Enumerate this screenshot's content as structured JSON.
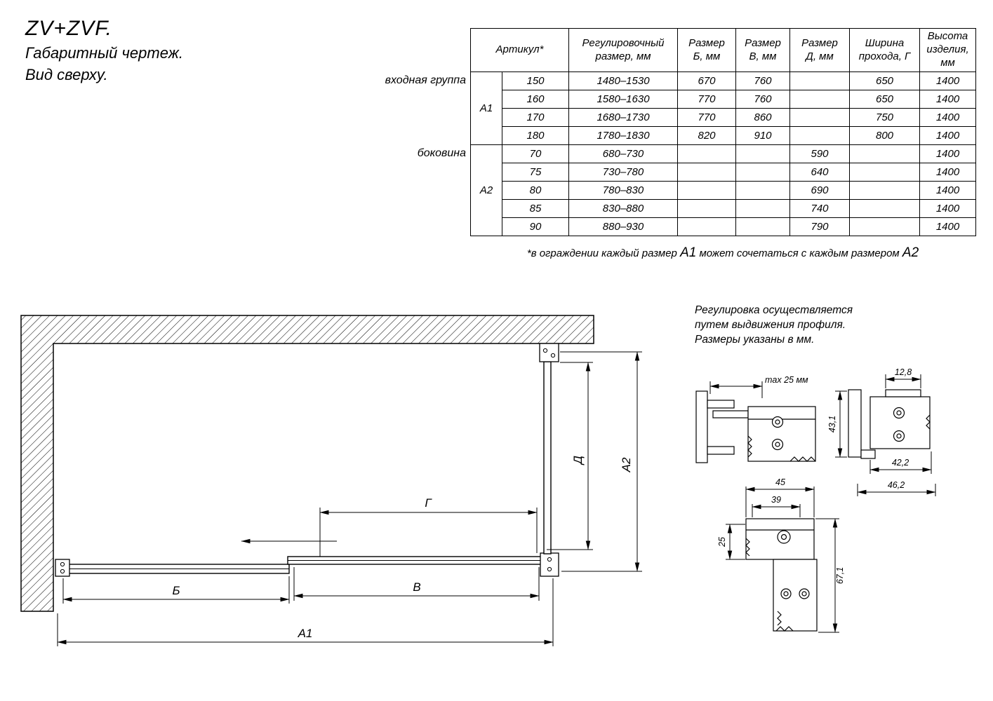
{
  "title": {
    "product": "ZV+ZVF.",
    "subtitle1": "Габаритный чертеж.",
    "subtitle2": "Вид сверху."
  },
  "table": {
    "col_headers": {
      "article": "Артикул*",
      "adjust": "Регулировочный\nразмер, мм",
      "size_b": "Размер\nБ, мм",
      "size_v": "Размер\nВ, мм",
      "size_d": "Размер\nД, мм",
      "pass_width": "Ширина\nпрохода, Г",
      "height": "Высота\nизделия,\nмм"
    },
    "group1": {
      "label": "входная группа",
      "article": "А1",
      "rows": [
        {
          "num": "150",
          "adjust": "1480–1530",
          "b": "670",
          "v": "760",
          "d": "",
          "pass": "650",
          "h": "1400"
        },
        {
          "num": "160",
          "adjust": "1580–1630",
          "b": "770",
          "v": "760",
          "d": "",
          "pass": "650",
          "h": "1400"
        },
        {
          "num": "170",
          "adjust": "1680–1730",
          "b": "770",
          "v": "860",
          "d": "",
          "pass": "750",
          "h": "1400"
        },
        {
          "num": "180",
          "adjust": "1780–1830",
          "b": "820",
          "v": "910",
          "d": "",
          "pass": "800",
          "h": "1400"
        }
      ]
    },
    "group2": {
      "label": "боковина",
      "article": "А2",
      "rows": [
        {
          "num": "70",
          "adjust": "680–730",
          "b": "",
          "v": "",
          "d": "590",
          "pass": "",
          "h": "1400"
        },
        {
          "num": "75",
          "adjust": "730–780",
          "b": "",
          "v": "",
          "d": "640",
          "pass": "",
          "h": "1400"
        },
        {
          "num": "80",
          "adjust": "780–830",
          "b": "",
          "v": "",
          "d": "690",
          "pass": "",
          "h": "1400"
        },
        {
          "num": "85",
          "adjust": "830–880",
          "b": "",
          "v": "",
          "d": "740",
          "pass": "",
          "h": "1400"
        },
        {
          "num": "90",
          "adjust": "880–930",
          "b": "",
          "v": "",
          "d": "790",
          "pass": "",
          "h": "1400"
        }
      ]
    }
  },
  "footnote": {
    "part1": "*в ограждении каждый размер ",
    "a1": "А1",
    "part2": " может сочетаться с каждым размером ",
    "a2": "А2"
  },
  "note": {
    "line1": "Регулировка осуществляется",
    "line2": "путем выдвижения профиля.",
    "line3": "Размеры указаны в мм."
  },
  "plan_labels": {
    "b": "Б",
    "v": "В",
    "g": "Г",
    "d": "Д",
    "a1": "А1",
    "a2": "А2"
  },
  "detail_dims": {
    "max25": "max 25 мм",
    "d128": "12,8",
    "d431": "43,1",
    "d422": "42,2",
    "d462": "46,2",
    "d45": "45",
    "d39": "39",
    "d25": "25",
    "d671": "67,1"
  },
  "colors": {
    "ink": "#000000",
    "paper": "#ffffff"
  }
}
